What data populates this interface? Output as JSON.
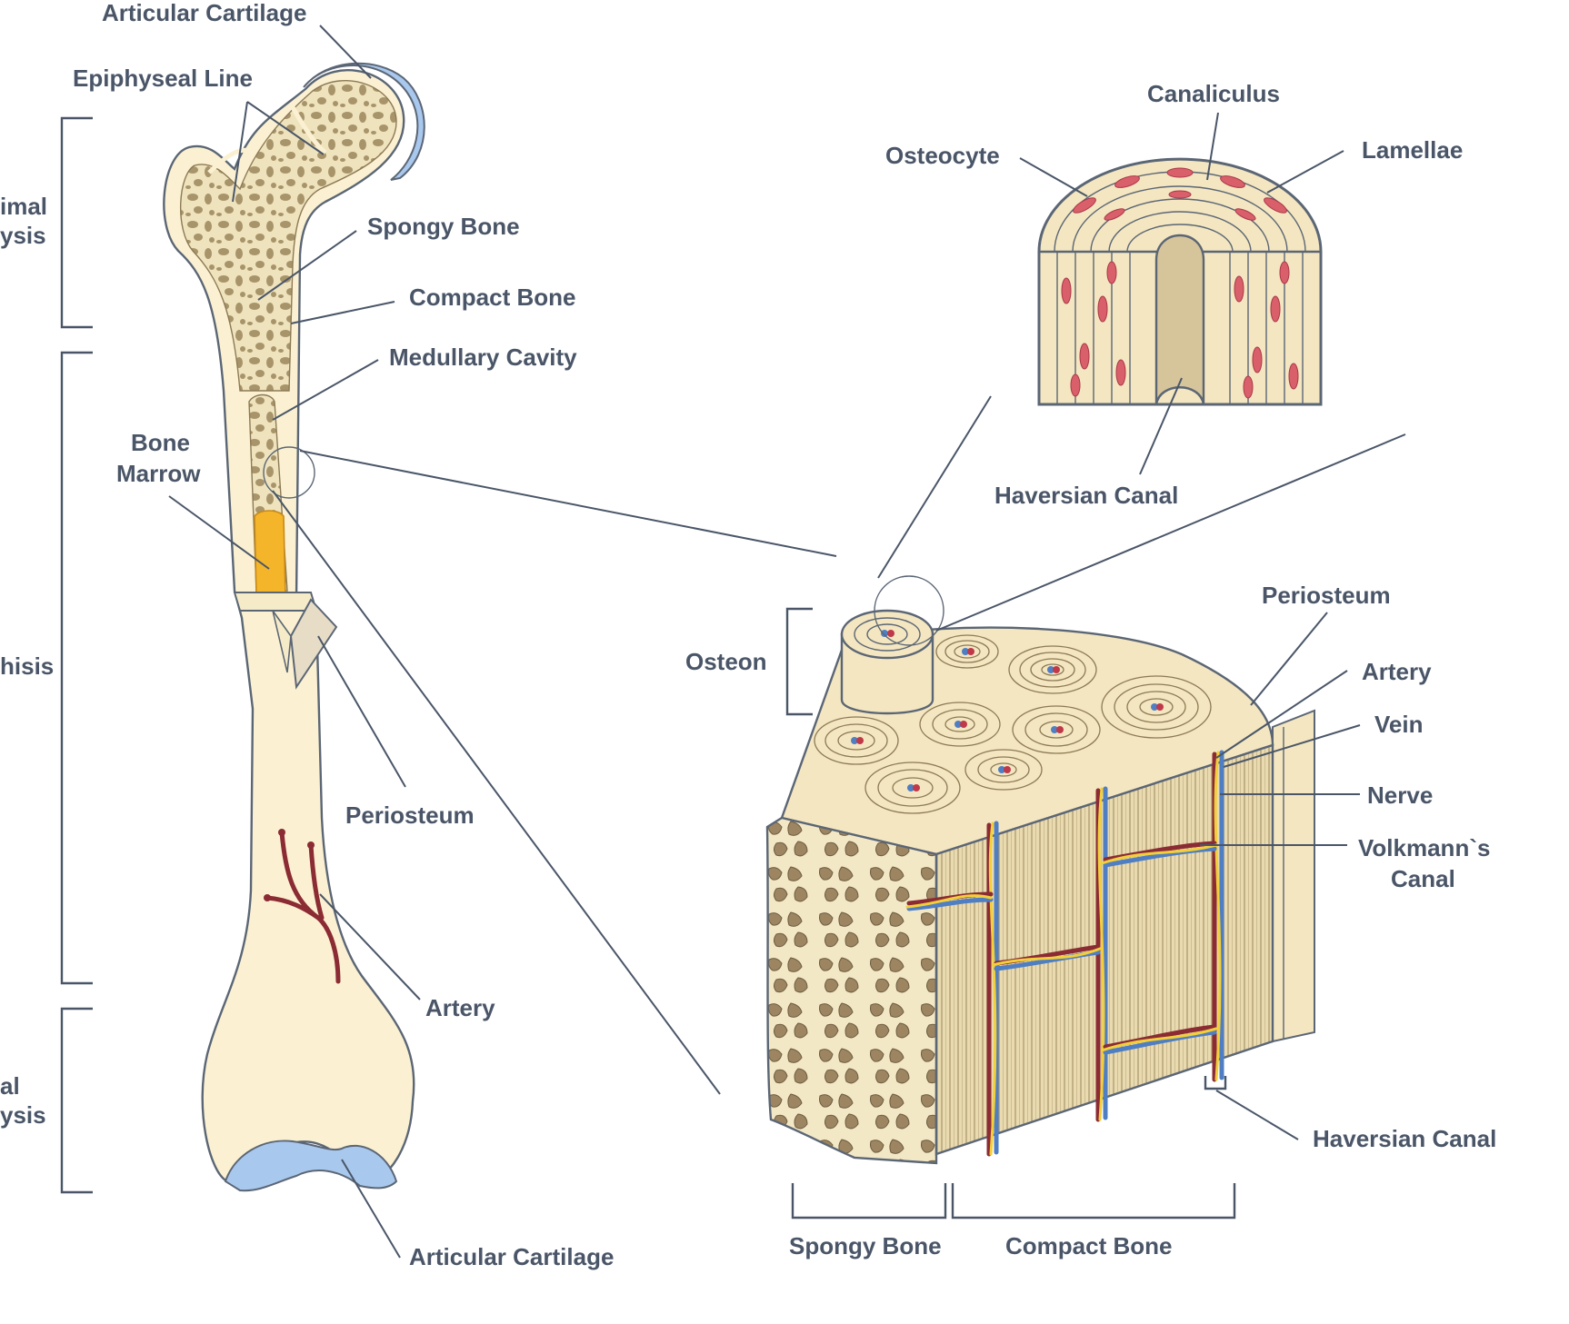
{
  "labels": {
    "articular_cartilage_top": "Articular Cartilage",
    "epiphyseal_line": "Epiphyseal Line",
    "proximal_epiphysis_l1": "imal",
    "proximal_epiphysis_l2": "ysis",
    "spongy_bone_left": "Spongy Bone",
    "compact_bone_left": "Compact Bone",
    "medullary_cavity": "Medullary Cavity",
    "bone_marrow_l1": "Bone",
    "bone_marrow_l2": "Marrow",
    "diaphysis": "hisis",
    "periosteum_left": "Periosteum",
    "artery_left": "Artery",
    "distal_epiphysis_l1": "al",
    "distal_epiphysis_l2": "ysis",
    "articular_cartilage_bottom": "Articular Cartilage",
    "canaliculus": "Canaliculus",
    "osteocyte": "Osteocyte",
    "lamellae": "Lamellae",
    "haversian_canal_top": "Haversian Canal",
    "periosteum_right": "Periosteum",
    "osteon": "Osteon",
    "artery_right": "Artery",
    "vein": "Vein",
    "nerve": "Nerve",
    "volkmann_l1": "Volkmann`s",
    "volkmann_l2": "Canal",
    "haversian_canal_bottom": "Haversian Canal",
    "spongy_bone_bottom": "Spongy Bone",
    "compact_bone_bottom": "Compact Bone"
  },
  "colors": {
    "label": "#4a5668",
    "bone_fill": "#fbf1d2",
    "spongy_fill": "#e6d6a8",
    "trabecula": "#a8946a",
    "cartilage": "#a9c8ee",
    "marrow": "#f5b52a",
    "artery": "#8b2b33",
    "vein": "#4f7fc2",
    "nerve": "#f2cf3a",
    "osteocyte": "#d9606a",
    "compact_stripe": "#cbb78a"
  }
}
